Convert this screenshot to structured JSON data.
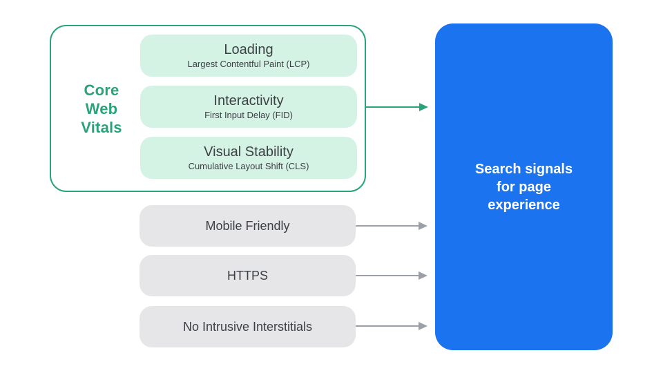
{
  "colors": {
    "background": "#FFFFFF",
    "green": "#29A37A",
    "green_light": "#D5F3E5",
    "gray_box": "#E6E6E8",
    "gray_arrow": "#9AA0A6",
    "blue": "#1B73F0",
    "text_dark": "#3C4043",
    "text_white": "#FFFFFF"
  },
  "core_web_vitals": {
    "label": "Core\nWeb\nVitals",
    "items": [
      {
        "title": "Loading",
        "subtitle": "Largest Contentful Paint (LCP)"
      },
      {
        "title": "Interactivity",
        "subtitle": "First Input Delay (FID)"
      },
      {
        "title": "Visual Stability",
        "subtitle": "Cumulative Layout Shift (CLS)"
      }
    ]
  },
  "other_signals": [
    {
      "label": "Mobile Friendly"
    },
    {
      "label": "HTTPS"
    },
    {
      "label": "No Intrusive Interstitials"
    }
  ],
  "result_box": {
    "label": "Search signals\nfor page\nexperience"
  }
}
